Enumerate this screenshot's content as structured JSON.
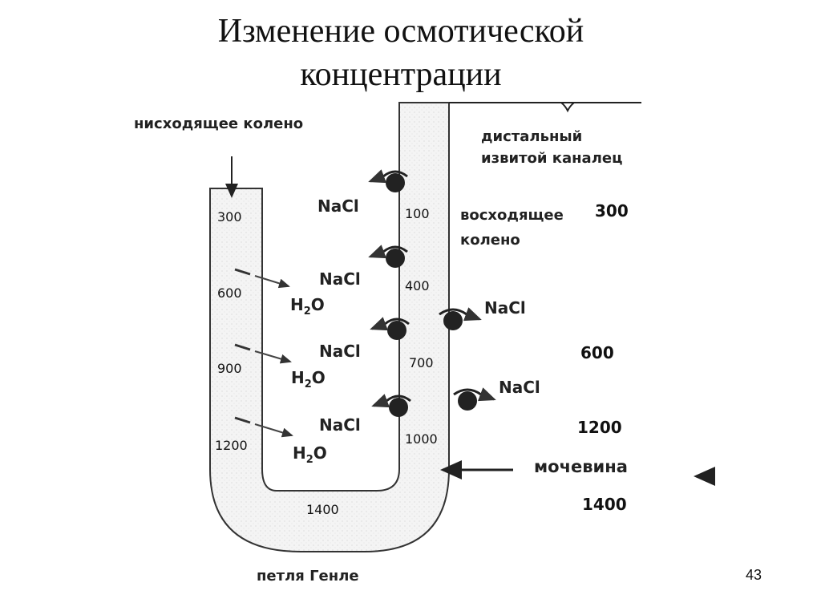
{
  "title_line1": "Изменение осмотической",
  "title_line2": "концентрации",
  "slide_number": "43",
  "labels": {
    "descending": "нисходящее колено",
    "distal_line1": "дистальный",
    "distal_line2": "извитой каналец",
    "ascending_line1": "восходящее",
    "ascending_line2": "колено",
    "urea": "мочевина",
    "loop": "петля Генле"
  },
  "descending_values": [
    "300",
    "600",
    "900",
    "1200"
  ],
  "ascending_values": [
    "100",
    "400",
    "700",
    "1000"
  ],
  "bottom_value": "1400",
  "interstitial_values": [
    "300",
    "600",
    "1200",
    "1400"
  ],
  "substances": {
    "nacl": "NaCl",
    "water_h": "H",
    "water_sub": "2",
    "water_o": "O"
  }
}
